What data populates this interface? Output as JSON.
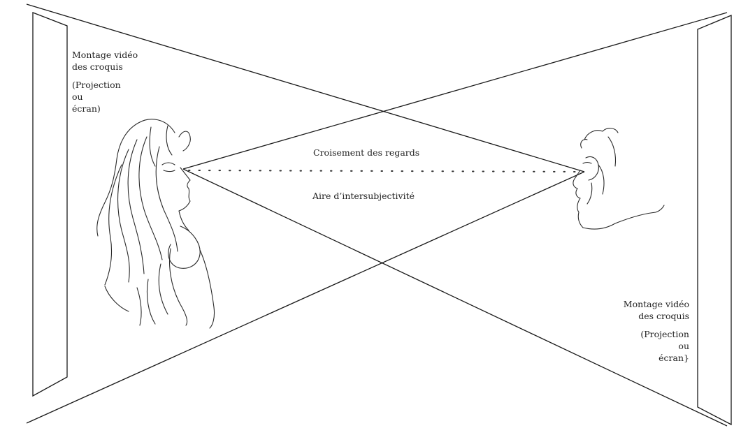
{
  "diagram": {
    "left_screen": {
      "lines": [
        "Montage vidéo",
        "des croquis",
        "(Projection",
        "ou",
        "écran)"
      ]
    },
    "right_screen": {
      "lines": [
        "Montage vidéo",
        "des croquis",
        "(Projection",
        "ou",
        "écran}"
      ]
    },
    "gaze_crossing_label": "Croisement des regards",
    "intersubjectivity_label": "Aire d’intersubjectivité"
  }
}
